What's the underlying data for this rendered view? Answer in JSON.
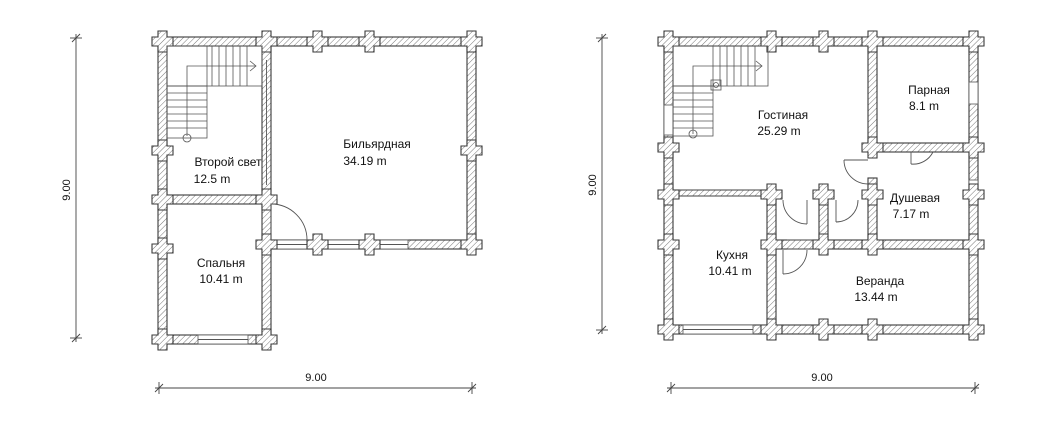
{
  "plans": [
    {
      "rooms": [
        {
          "name": "Второй свет",
          "area": "12.5 m"
        },
        {
          "name": "Бильярдная",
          "area": "34.19 m"
        },
        {
          "name": "Спальня",
          "area": "10.41 m"
        }
      ],
      "dim_horizontal": "9.00",
      "dim_vertical": "9.00"
    },
    {
      "rooms": [
        {
          "name": "Гостиная",
          "area": "25.29 m"
        },
        {
          "name": "Парная",
          "area": "8.1 m"
        },
        {
          "name": "Душевая",
          "area": "7.17 m"
        },
        {
          "name": "Кухня",
          "area": "10.41 m"
        },
        {
          "name": "Веранда",
          "area": "13.44 m"
        }
      ],
      "dim_horizontal": "9.00",
      "dim_vertical": "9.00"
    }
  ]
}
